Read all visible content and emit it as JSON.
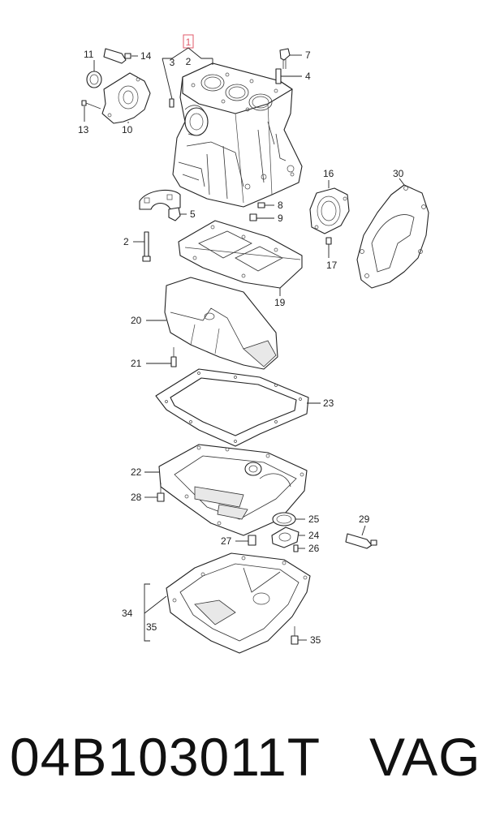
{
  "callouts": {
    "c1": "1",
    "c2": "2",
    "c3": "3",
    "c4": "4",
    "c5": "5",
    "c7": "7",
    "c8": "8",
    "c9": "9",
    "c10": "10",
    "c11": "11",
    "c13": "13",
    "c14": "14",
    "c16": "16",
    "c17": "17",
    "c19": "19",
    "c20": "20",
    "c21": "21",
    "c22": "22",
    "c23": "23",
    "c24": "24",
    "c25": "25",
    "c26": "26",
    "c27": "27",
    "c28": "28",
    "c29": "29",
    "c30": "30",
    "c34": "34",
    "c35": "35",
    "c2b": "2",
    "c35b": "35"
  },
  "footer": {
    "part_number": "04B103011T",
    "brand": "VAG"
  },
  "colors": {
    "highlight": "#e05a6a",
    "ink": "#222222"
  }
}
